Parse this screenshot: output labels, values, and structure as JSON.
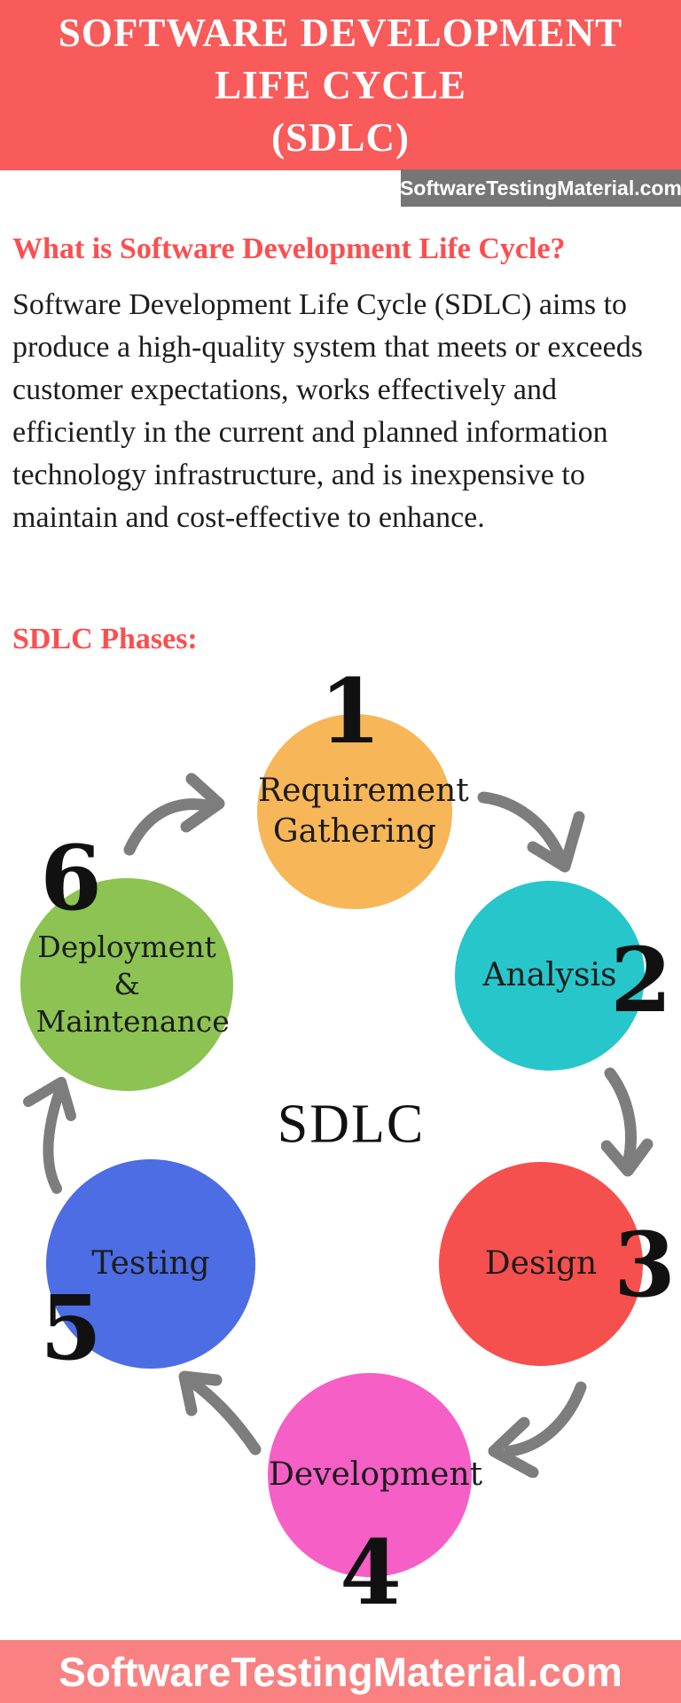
{
  "colors": {
    "header_bg": "#f95a5a",
    "badge_bg": "#767676",
    "heading": "#fb4f4f",
    "footer_bg": "#f98181"
  },
  "header": {
    "title_lines": [
      "SOFTWARE DEVELOPMENT",
      "LIFE CYCLE",
      "(SDLC)"
    ],
    "badge_text": "SoftwareTestingMaterial.com"
  },
  "intro": {
    "heading": "What is Software Development Life Cycle?",
    "body": "Software Development Life Cycle (SDLC) aims to produce a high-quality system that meets or exceeds customer expectations, works effectively and efficiently in the current and planned information technology infrastructure, and is inexpensive to maintain and cost-effective to enhance."
  },
  "phases_heading": "SDLC Phases:",
  "diagram": {
    "center_label": "SDLC",
    "arrow_color": "#7d7d7d",
    "arrows": [
      "arrow-6-to-1",
      "arrow-1-to-2",
      "arrow-2-to-3",
      "arrow-3-to-4",
      "arrow-4-to-5",
      "arrow-5-to-6"
    ],
    "phases": [
      {
        "number": "1",
        "label": "Requirement Gathering",
        "color": "#f7b657"
      },
      {
        "number": "2",
        "label": "Analysis",
        "color": "#26c6ca"
      },
      {
        "number": "3",
        "label": "Design",
        "color": "#f5504e"
      },
      {
        "number": "4",
        "label": "Development",
        "color": "#f65fc6"
      },
      {
        "number": "5",
        "label": "Testing",
        "color": "#4d6de4"
      },
      {
        "number": "6",
        "label": "Deployment & Maintenance",
        "color": "#8cc353"
      }
    ]
  },
  "footer": {
    "text": "SoftwareTestingMaterial.com"
  }
}
